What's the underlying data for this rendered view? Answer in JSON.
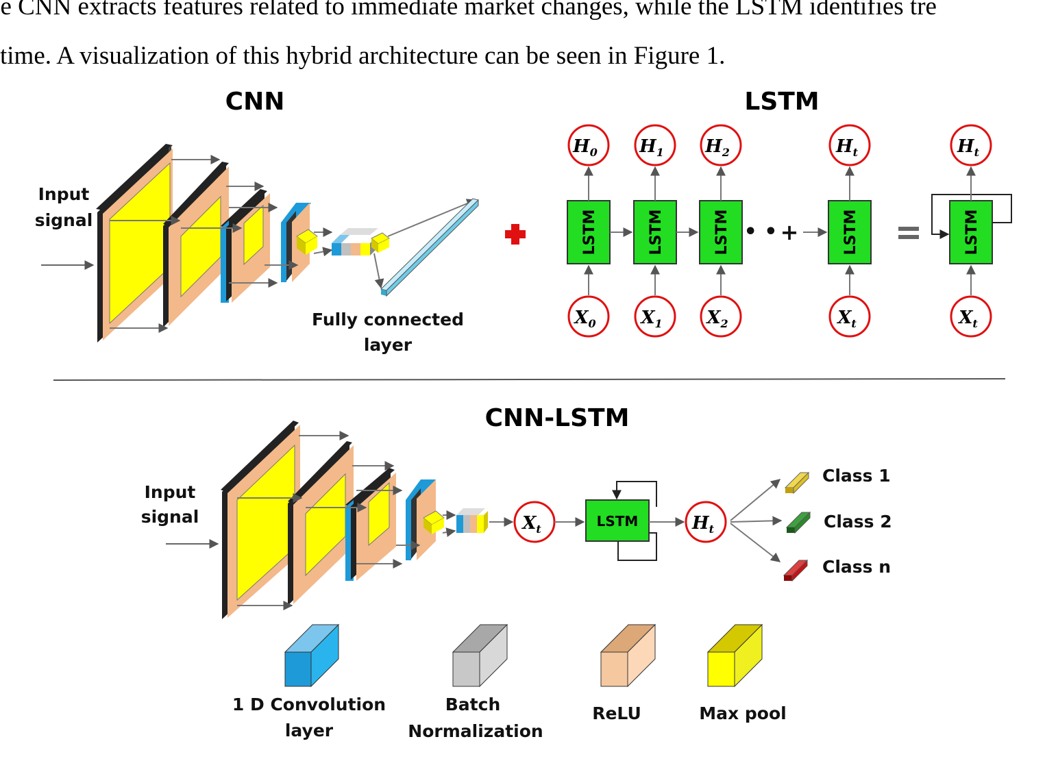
{
  "paragraph": {
    "line1": "ne CNN extracts features related to immediate market changes, while the LSTM identifies tre",
    "line2": "time. A visualization of this hybrid architecture can be seen in Figure 1."
  },
  "figure": {
    "cnn_title": "CNN",
    "lstm_title": "LSTM",
    "hybrid_title": "CNN-LSTM",
    "input_label_line1": "Input",
    "input_label_line2": "signal",
    "fc_label_line1": "Fully connected",
    "fc_label_line2": "layer",
    "lstm_cell_label": "LSTM",
    "plus_symbol": "+",
    "equals_symbol": "=",
    "ellipsis": "• •",
    "hidden_states": [
      {
        "base": "H",
        "sub": "0"
      },
      {
        "base": "H",
        "sub": "1"
      },
      {
        "base": "H",
        "sub": "2"
      },
      {
        "base": "H",
        "sub": "t"
      },
      {
        "base": "H",
        "sub": "t"
      }
    ],
    "inputs": [
      {
        "base": "X",
        "sub": "0"
      },
      {
        "base": "X",
        "sub": "1"
      },
      {
        "base": "X",
        "sub": "2"
      },
      {
        "base": "X",
        "sub": "t"
      },
      {
        "base": "X",
        "sub": "t"
      }
    ],
    "hybrid_input": {
      "base": "X",
      "sub": "t"
    },
    "hybrid_hidden": {
      "base": "H",
      "sub": "t"
    },
    "classes": [
      "Class 1",
      "Class 2",
      "Class n"
    ],
    "legend": {
      "conv_line1": "1 D Convolution",
      "conv_line2": "layer",
      "bn_line1": "Batch",
      "bn_line2": "Normalization",
      "relu": "ReLU",
      "maxpool": "Max pool"
    },
    "colors": {
      "conv": "#1e9ad8",
      "batch_norm": "#c0c0c0",
      "relu": "#f5c8a0",
      "max_pool": "#ffff00",
      "lstm_cell": "#22dd22",
      "circle_stroke": "#e01010",
      "plus_red": "#e01010",
      "fc_layer": "#8fd8ee",
      "class1": "#e0c020",
      "class2": "#2a8a2a",
      "classn": "#cc1010"
    }
  }
}
